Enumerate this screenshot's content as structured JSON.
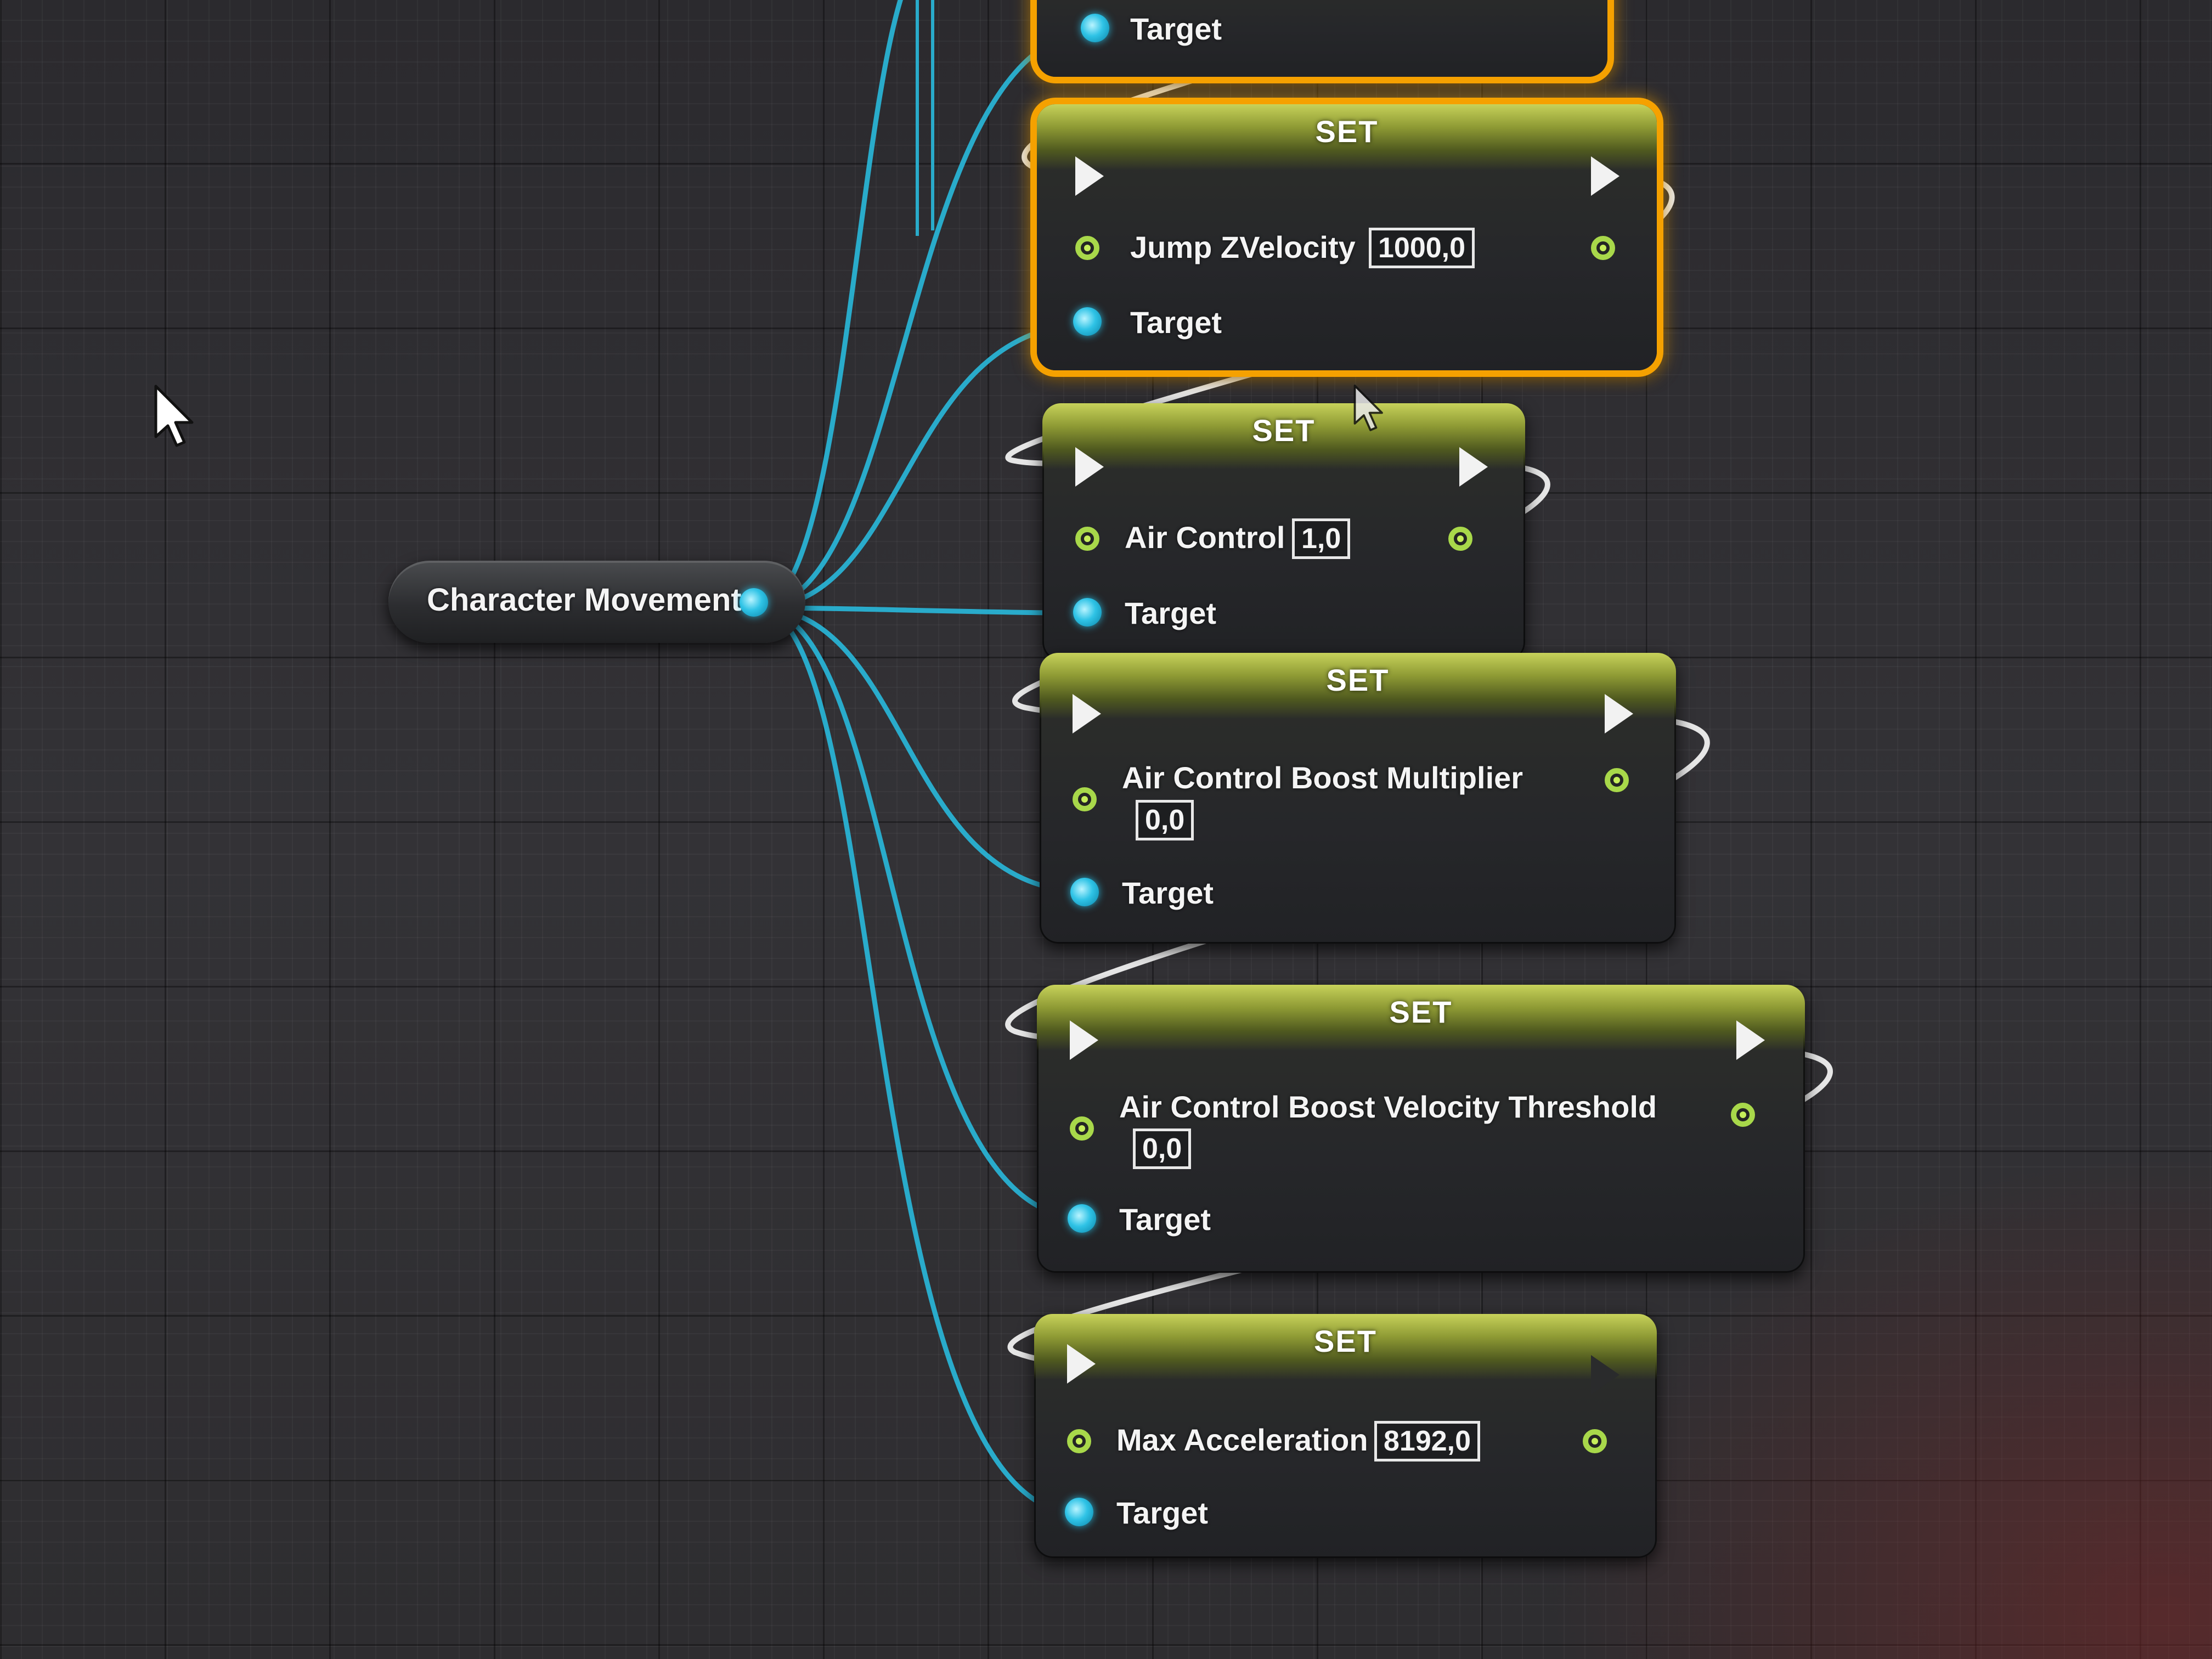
{
  "getter_node": {
    "label": "Character Movement"
  },
  "nodes": [
    {
      "id": "partial",
      "title": "",
      "inputs": [],
      "target_label": "Target",
      "selected": true
    },
    {
      "id": "jump",
      "title": "SET",
      "input_label": "Jump ZVelocity",
      "input_value": "1000,0",
      "target_label": "Target",
      "selected": true
    },
    {
      "id": "aircontrol",
      "title": "SET",
      "input_label": "Air Control",
      "input_value": "1,0",
      "target_label": "Target",
      "selected": false
    },
    {
      "id": "boostmult",
      "title": "SET",
      "input_label": "Air Control Boost Multiplier",
      "input_value": "0,0",
      "target_label": "Target",
      "selected": false
    },
    {
      "id": "boostvel",
      "title": "SET",
      "input_label": "Air Control Boost Velocity Threshold",
      "input_value": "0,0",
      "target_label": "Target",
      "selected": false
    },
    {
      "id": "maxaccel",
      "title": "SET",
      "input_label": "Max Acceleration",
      "input_value": "8192,0",
      "target_label": "Target",
      "selected": false
    }
  ],
  "colors": {
    "exec_wire": "#e6e6e6",
    "object_wire": "#29b6d8",
    "float_pin": "#a8d84a",
    "selection": "#f5a100",
    "set_header": "#8e9a34"
  },
  "icons": [
    "mouse-cursor-icon",
    "exec-pin-icon",
    "float-pin-icon",
    "object-pin-icon"
  ]
}
